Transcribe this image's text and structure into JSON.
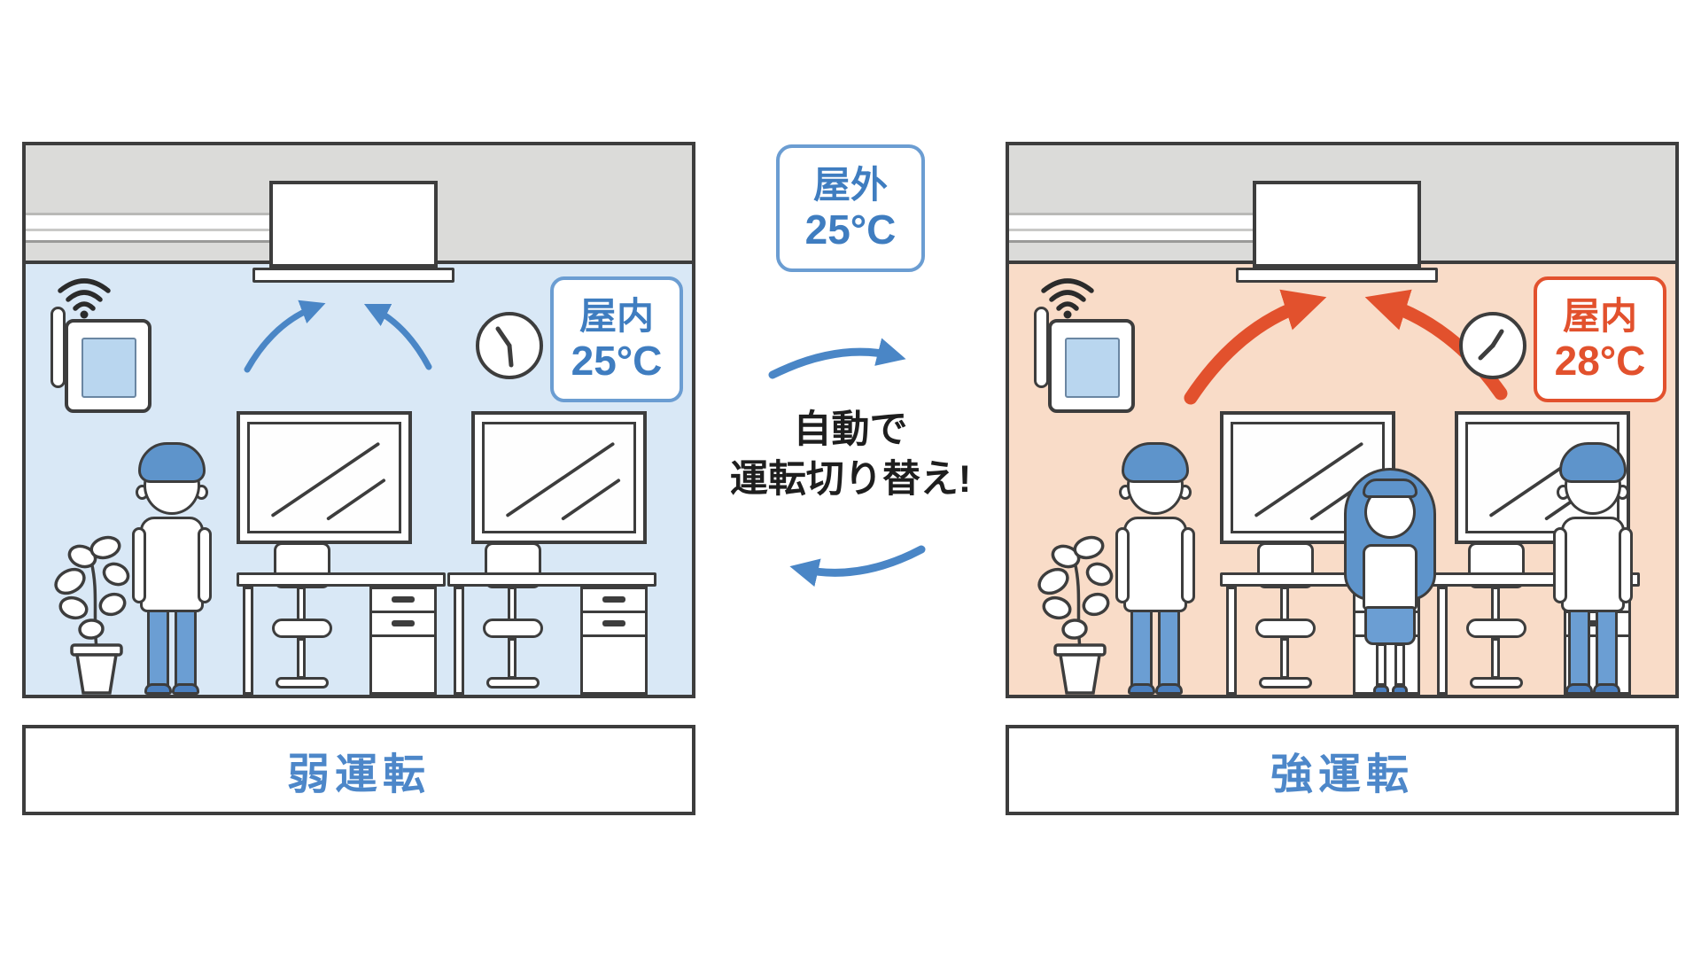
{
  "center": {
    "outdoor_badge": {
      "label": "屋外",
      "temp": "25°C"
    },
    "caption_line1": "自動で",
    "caption_line2": "運転切り替え!"
  },
  "left_room": {
    "indoor_badge": {
      "label": "屋内",
      "temp": "25°C"
    },
    "mode": "弱運転",
    "occupants": 1,
    "airflow": "weak"
  },
  "right_room": {
    "indoor_badge": {
      "label": "屋内",
      "temp": "28°C"
    },
    "mode": "強運転",
    "occupants": 3,
    "airflow": "strong"
  },
  "icons": {
    "wifi": "wifi-signal-waves",
    "clock": "wall-clock",
    "airflow": "curved-up-arrows",
    "cycle": "curved-swap-arrows"
  },
  "colors": {
    "cool-bg": "#d9e8f6",
    "warm-bg": "#f9dcc8",
    "cool-accent": "#4a86c6",
    "cool-text": "#3f7dc0",
    "warm-accent": "#e2512d",
    "outline": "#3d3d3d",
    "ceiling": "#dbdbd9",
    "label-text": "#4d87c9",
    "caption-text": "#1e1e1e",
    "wifi-screen": "#b9d6ef",
    "person-hair": "#5e94cb",
    "pants": "#6b9ed3",
    "shoes": "#4a80c1"
  }
}
